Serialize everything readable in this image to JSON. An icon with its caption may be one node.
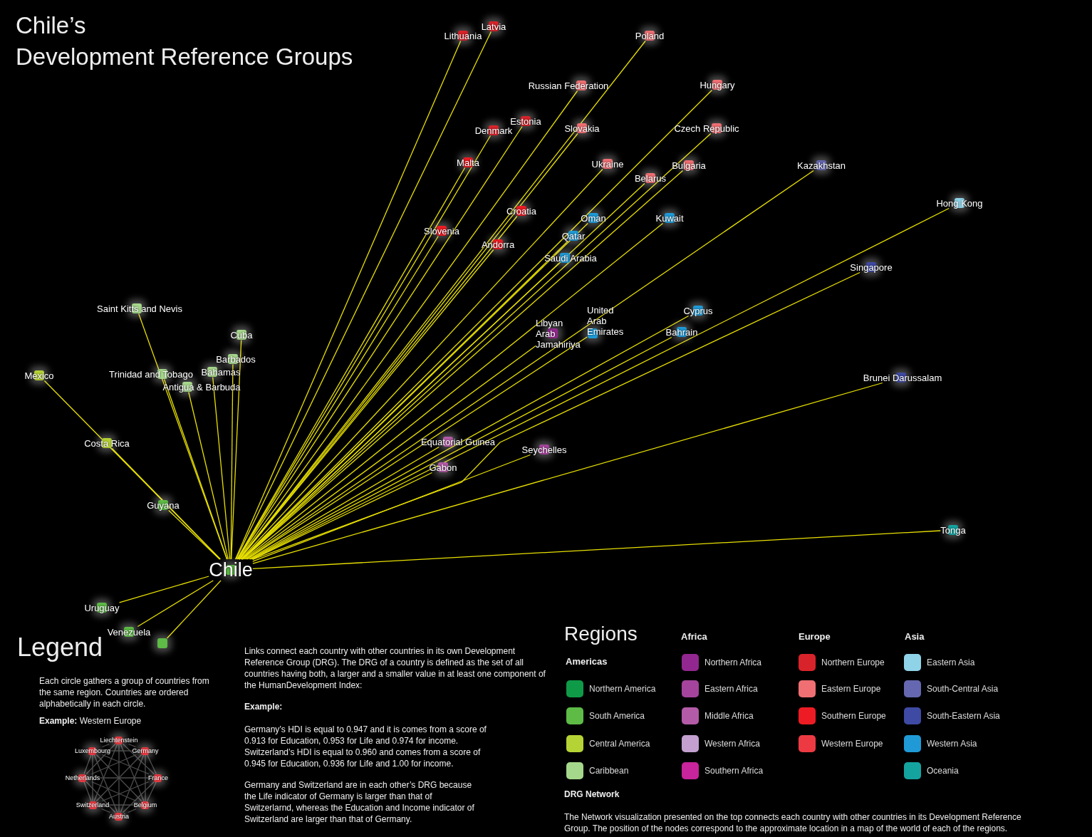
{
  "diagram": {
    "title": "Chile’s Development Reference Groups",
    "nodes": [
      {
        "text": [
          "Chile"
        ]
      },
      {
        "text": [
          "Latvia"
        ]
      },
      {
        "text": [
          "Lithuania"
        ]
      },
      {
        "text": [
          "Poland"
        ]
      },
      {
        "text": [
          "Russian Federation"
        ]
      },
      {
        "text": [
          "Hungary"
        ]
      },
      {
        "text": [
          "Estonia"
        ]
      },
      {
        "text": [
          "Denmark"
        ]
      },
      {
        "text": [
          "Slovakia"
        ]
      },
      {
        "text": [
          "Czech Republic"
        ]
      },
      {
        "text": [
          "Malta"
        ]
      },
      {
        "text": [
          "Ukraine"
        ]
      },
      {
        "text": [
          "Bulgaria"
        ]
      },
      {
        "text": [
          "Kazakhstan"
        ]
      },
      {
        "text": [
          "Belarus"
        ]
      },
      {
        "text": [
          "Hong Kong"
        ]
      },
      {
        "text": [
          "Croatia"
        ]
      },
      {
        "text": [
          "Oman"
        ]
      },
      {
        "text": [
          "Kuwait"
        ]
      },
      {
        "text": [
          "Slovenia"
        ]
      },
      {
        "text": [
          "Qatar"
        ]
      },
      {
        "text": [
          "Andorra"
        ]
      },
      {
        "text": [
          "Saudi Arabia"
        ]
      },
      {
        "text": [
          "Singapore"
        ]
      },
      {
        "text": [
          "Saint Kitts and Nevis"
        ]
      },
      {
        "text": [
          "United Arab Emirates"
        ]
      },
      {
        "text": [
          "Cyprus"
        ]
      },
      {
        "text": [
          "Libyan Arab Jamahiriya"
        ]
      },
      {
        "text": [
          "Cuba"
        ]
      },
      {
        "text": [
          "Bahrain"
        ]
      },
      {
        "text": [
          "Barbados"
        ]
      },
      {
        "text": [
          "Mexico"
        ]
      },
      {
        "text": [
          "Trinidad and Tobago"
        ]
      },
      {
        "text": [
          "Bahamas"
        ]
      },
      {
        "text": [
          "Antigua & Barbuda"
        ]
      },
      {
        "text": [
          "Brunei Darussalam"
        ]
      },
      {
        "text": [
          "Equatorial Guinea"
        ]
      },
      {
        "text": [
          "Seychelles"
        ]
      },
      {
        "text": [
          "Costa Rica"
        ]
      },
      {
        "text": [
          "Gabon"
        ]
      },
      {
        "text": [
          "Guyana"
        ]
      },
      {
        "text": [
          "Tonga"
        ]
      },
      {
        "text": [
          "Uruguay"
        ]
      },
      {
        "text": [
          "Venezuela"
        ]
      },
      {
        "text": [],
        "shape": "box"
      },
      {
        "text": [
          "Liechtenstein"
        ]
      },
      {
        "text": [
          "Luxembourg"
        ]
      },
      {
        "text": [
          "Germany"
        ]
      },
      {
        "text": [
          "Netherlands"
        ]
      },
      {
        "text": [
          "France"
        ]
      },
      {
        "text": [
          "Switzerland"
        ]
      },
      {
        "text": [
          "Belgium"
        ]
      },
      {
        "text": [
          "Austria"
        ]
      }
    ],
    "edges": [
      {
        "from": 0,
        "to": 1,
        "arrow": "none"
      },
      {
        "from": 0,
        "to": 2,
        "arrow": "none"
      },
      {
        "from": 0,
        "to": 3,
        "arrow": "none"
      },
      {
        "from": 0,
        "to": 4,
        "arrow": "none"
      },
      {
        "from": 0,
        "to": 5,
        "arrow": "none"
      },
      {
        "from": 0,
        "to": 6,
        "arrow": "none"
      },
      {
        "from": 0,
        "to": 7,
        "arrow": "none"
      },
      {
        "from": 0,
        "to": 8,
        "arrow": "none"
      },
      {
        "from": 0,
        "to": 9,
        "arrow": "none"
      },
      {
        "from": 0,
        "to": 10,
        "arrow": "none"
      },
      {
        "from": 0,
        "to": 11,
        "arrow": "none"
      },
      {
        "from": 0,
        "to": 12,
        "arrow": "none"
      },
      {
        "from": 0,
        "to": 13,
        "arrow": "none"
      },
      {
        "from": 0,
        "to": 14,
        "arrow": "none"
      },
      {
        "from": 0,
        "to": 15,
        "arrow": "none"
      },
      {
        "from": 0,
        "to": 16,
        "arrow": "none"
      },
      {
        "from": 0,
        "to": 17,
        "arrow": "none"
      },
      {
        "from": 0,
        "to": 18,
        "arrow": "none"
      },
      {
        "from": 0,
        "to": 19,
        "arrow": "none"
      },
      {
        "from": 0,
        "to": 20,
        "arrow": "none"
      },
      {
        "from": 0,
        "to": 21,
        "arrow": "none"
      },
      {
        "from": 0,
        "to": 22,
        "arrow": "none"
      },
      {
        "from": 0,
        "to": 23,
        "arrow": "none"
      },
      {
        "from": 0,
        "to": 24,
        "arrow": "none"
      },
      {
        "from": 0,
        "to": 25,
        "arrow": "none"
      },
      {
        "from": 0,
        "to": 26,
        "arrow": "none"
      },
      {
        "from": 0,
        "to": 27,
        "arrow": "none"
      },
      {
        "from": 0,
        "to": 28,
        "arrow": "none"
      },
      {
        "from": 0,
        "to": 29,
        "arrow": "none"
      },
      {
        "from": 0,
        "to": 30,
        "arrow": "none"
      },
      {
        "from": 0,
        "to": 31,
        "arrow": "none"
      },
      {
        "from": 0,
        "to": 32,
        "arrow": "none"
      },
      {
        "from": 0,
        "to": 33,
        "arrow": "none"
      },
      {
        "from": 0,
        "to": 34,
        "arrow": "none"
      },
      {
        "from": 0,
        "to": 35,
        "arrow": "none"
      },
      {
        "from": 0,
        "to": 36,
        "arrow": "none"
      },
      {
        "from": 0,
        "to": 37,
        "arrow": "none"
      },
      {
        "from": 0,
        "to": 38,
        "arrow": "none"
      },
      {
        "from": 0,
        "to": 39,
        "arrow": "none"
      },
      {
        "from": 0,
        "to": 40,
        "arrow": "none"
      },
      {
        "from": 0,
        "to": 41,
        "arrow": "none"
      },
      {
        "from": 0,
        "to": 42,
        "arrow": "none"
      },
      {
        "from": 0,
        "to": 43,
        "arrow": "none"
      },
      {
        "from": 0,
        "to": 44,
        "arrow": "none"
      },
      {
        "from": 45,
        "to": 46,
        "arrow": "none",
        "color": "#4d4d4d"
      },
      {
        "from": 45,
        "to": 47,
        "arrow": "none",
        "color": "#4d4d4d"
      },
      {
        "from": 45,
        "to": 48,
        "arrow": "none",
        "color": "#4d4d4d"
      },
      {
        "from": 45,
        "to": 49,
        "arrow": "none",
        "color": "#4d4d4d"
      },
      {
        "from": 45,
        "to": 50,
        "arrow": "none",
        "color": "#4d4d4d"
      },
      {
        "from": 45,
        "to": 51,
        "arrow": "none",
        "color": "#4d4d4d"
      },
      {
        "from": 45,
        "to": 52,
        "arrow": "none",
        "color": "#4d4d4d"
      },
      {
        "from": 46,
        "to": 47,
        "arrow": "none",
        "color": "#4d4d4d"
      },
      {
        "from": 46,
        "to": 48,
        "arrow": "none",
        "color": "#4d4d4d"
      },
      {
        "from": 46,
        "to": 49,
        "arrow": "none",
        "color": "#4d4d4d"
      },
      {
        "from": 46,
        "to": 50,
        "arrow": "none",
        "color": "#4d4d4d"
      },
      {
        "from": 46,
        "to": 51,
        "arrow": "none",
        "color": "#4d4d4d"
      },
      {
        "from": 46,
        "to": 52,
        "arrow": "none",
        "color": "#4d4d4d"
      },
      {
        "from": 47,
        "to": 48,
        "arrow": "none",
        "color": "#4d4d4d"
      },
      {
        "from": 47,
        "to": 49,
        "arrow": "none",
        "color": "#4d4d4d"
      },
      {
        "from": 47,
        "to": 50,
        "arrow": "none",
        "color": "#4d4d4d"
      },
      {
        "from": 47,
        "to": 51,
        "arrow": "none",
        "color": "#4d4d4d"
      },
      {
        "from": 47,
        "to": 52,
        "arrow": "none",
        "color": "#4d4d4d"
      },
      {
        "from": 48,
        "to": 49,
        "arrow": "none",
        "color": "#4d4d4d"
      },
      {
        "from": 48,
        "to": 50,
        "arrow": "none",
        "color": "#4d4d4d"
      },
      {
        "from": 48,
        "to": 51,
        "arrow": "none",
        "color": "#4d4d4d"
      },
      {
        "from": 48,
        "to": 52,
        "arrow": "none",
        "color": "#4d4d4d"
      },
      {
        "from": 49,
        "to": 50,
        "arrow": "none",
        "color": "#4d4d4d"
      },
      {
        "from": 49,
        "to": 51,
        "arrow": "none",
        "color": "#4d4d4d"
      },
      {
        "from": 49,
        "to": 52,
        "arrow": "none",
        "color": "#4d4d4d"
      },
      {
        "from": 50,
        "to": 51,
        "arrow": "none",
        "color": "#4d4d4d"
      },
      {
        "from": 50,
        "to": 52,
        "arrow": "none",
        "color": "#4d4d4d"
      },
      {
        "from": 51,
        "to": 52,
        "arrow": "none",
        "color": "#4d4d4d"
      }
    ],
    "labels": [
      "Legend",
      "Each circle gathers a group of countries from the same region. Countries are ordered alphabetically in each circle.",
      "**Example:** Western Europe",
      "Links connect each country with other countries in its own Development Reference Group (DRG). The DRG of a country is defined as the set of all countries having both, a larger and a smaller value in at least one component of the HumanDevelopment Index:",
      "Example:",
      "Germany’s HDI is equal to 0.947 and it is comes from a score of 0.913 for Education, 0.953 for Life and 0.974 for income. Switzerland’s HDI is equal to 0.960 and comes from a score of 0.945 for Education, 0.936 for Life and 1.00 for income.",
      "Germany and Switzerland are in each other’s DRG because the Life indicator of Germany is larger than that of Switzerlarnd, whereas the Education and Income indicator of Switzerland are larger than that of Germany.",
      "Regions",
      "Americas",
      "Africa",
      "Europe",
      "Asia",
      "DRG Network",
      "The Network visualization presented on the top connects each country with other countries in its Development Reference Group. The position of the nodes correspond to the approximate location in a map of the world of each of the regions."
    ],
    "legend": [
      {
        "text": "Northern America",
        "color": "#0f9a48"
      },
      {
        "text": "South America",
        "color": "#5dbb46"
      },
      {
        "text": "Central America",
        "color": "#b5d334"
      },
      {
        "text": "Caribbean",
        "color": "#a6d88b"
      },
      {
        "text": "Northern Africa",
        "color": "#92278f"
      },
      {
        "text": "Eastern Africa",
        "color": "#a5449c"
      },
      {
        "text": "Middle Africa",
        "color": "#b45ba8"
      },
      {
        "text": "Western Africa",
        "color": "#c3a0d0"
      },
      {
        "text": "Southern Africa",
        "color": "#c8249b"
      },
      {
        "text": "Northern Europe",
        "color": "#d9232a"
      },
      {
        "text": "Eastern Europe",
        "color": "#ef6f73"
      },
      {
        "text": "Southern Europe",
        "color": "#ed1c24"
      },
      {
        "text": "Western Europe",
        "color": "#ed3a42"
      },
      {
        "text": "Eastern Asia",
        "color": "#8fd3e8"
      },
      {
        "text": "South-Central Asia",
        "color": "#6567b0"
      },
      {
        "text": "South-Eastern Asia",
        "color": "#3e4aa3"
      },
      {
        "text": "Western Asia",
        "color": "#1f9ad6"
      },
      {
        "text": "Oceania",
        "color": "#15a3a0"
      }
    ]
  }
}
